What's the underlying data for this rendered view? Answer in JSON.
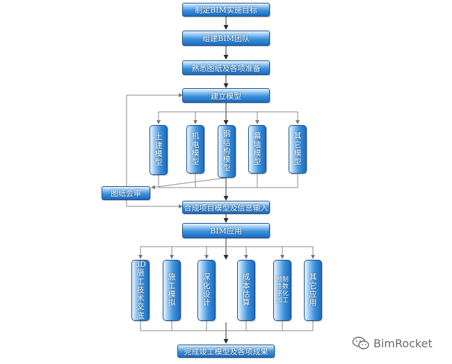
{
  "steps": {
    "goal": "制定BIM实施目标",
    "team": "组建BIM团队",
    "prepare": "熟悉图纸及各项准备",
    "build": "建立模型",
    "review": "图纸会审",
    "merge": "合成项目模型及信息输入",
    "apply": "BIM应用",
    "finish": "完成竣工模型及各项成果"
  },
  "models": [
    "土建模型",
    "机电模型",
    "钢结构模型",
    "幕墙模型",
    "其它模型"
  ],
  "applications": [
    "3D施工技术交底",
    "施工模拟",
    "深化设计",
    "成本估算",
    "预制件数字化加工",
    "其它应用"
  ],
  "watermark": {
    "text": "BimRocket",
    "icon": "wechat-icon"
  },
  "colors": {
    "box_fill": "#3d92dc",
    "box_border": "#1b4f86",
    "connector": "#8a8a8a",
    "arrow": "#2b2b2b"
  }
}
